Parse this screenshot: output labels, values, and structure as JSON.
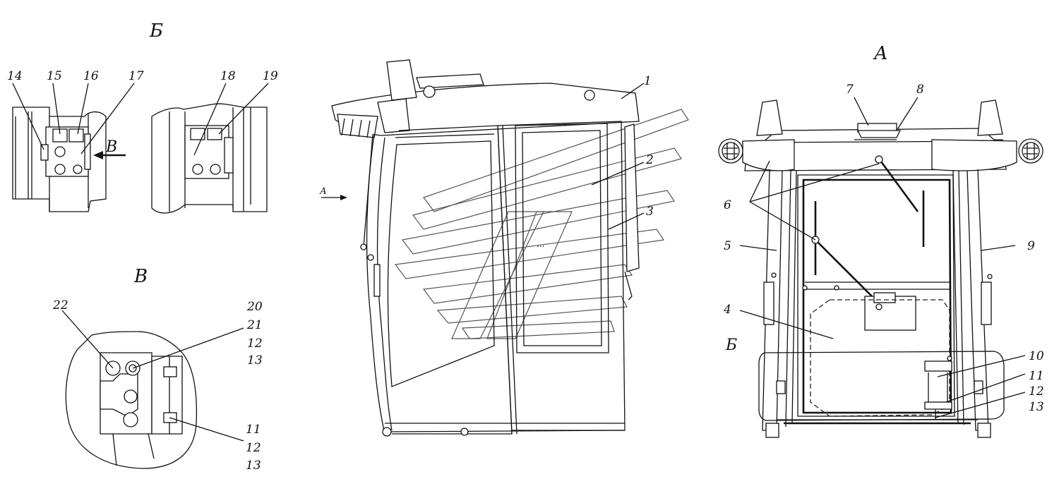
{
  "views": {
    "b": "Б",
    "v": "В",
    "a": "А",
    "a_arrow": "А",
    "v_arrow": "В",
    "b_region": "Б"
  },
  "callouts": [
    "1",
    "2",
    "3",
    "4",
    "5",
    "6",
    "7",
    "8",
    "9",
    "10",
    "11",
    "12",
    "13",
    "14",
    "15",
    "16",
    "17",
    "18",
    "19",
    "20",
    "21",
    "22"
  ],
  "stack_detail_v": [
    "20",
    "21",
    "12",
    "13"
  ],
  "stack_detail_v_bottom": [
    "11",
    "12",
    "13"
  ],
  "stack_view_a": [
    "11",
    "12",
    "13"
  ]
}
